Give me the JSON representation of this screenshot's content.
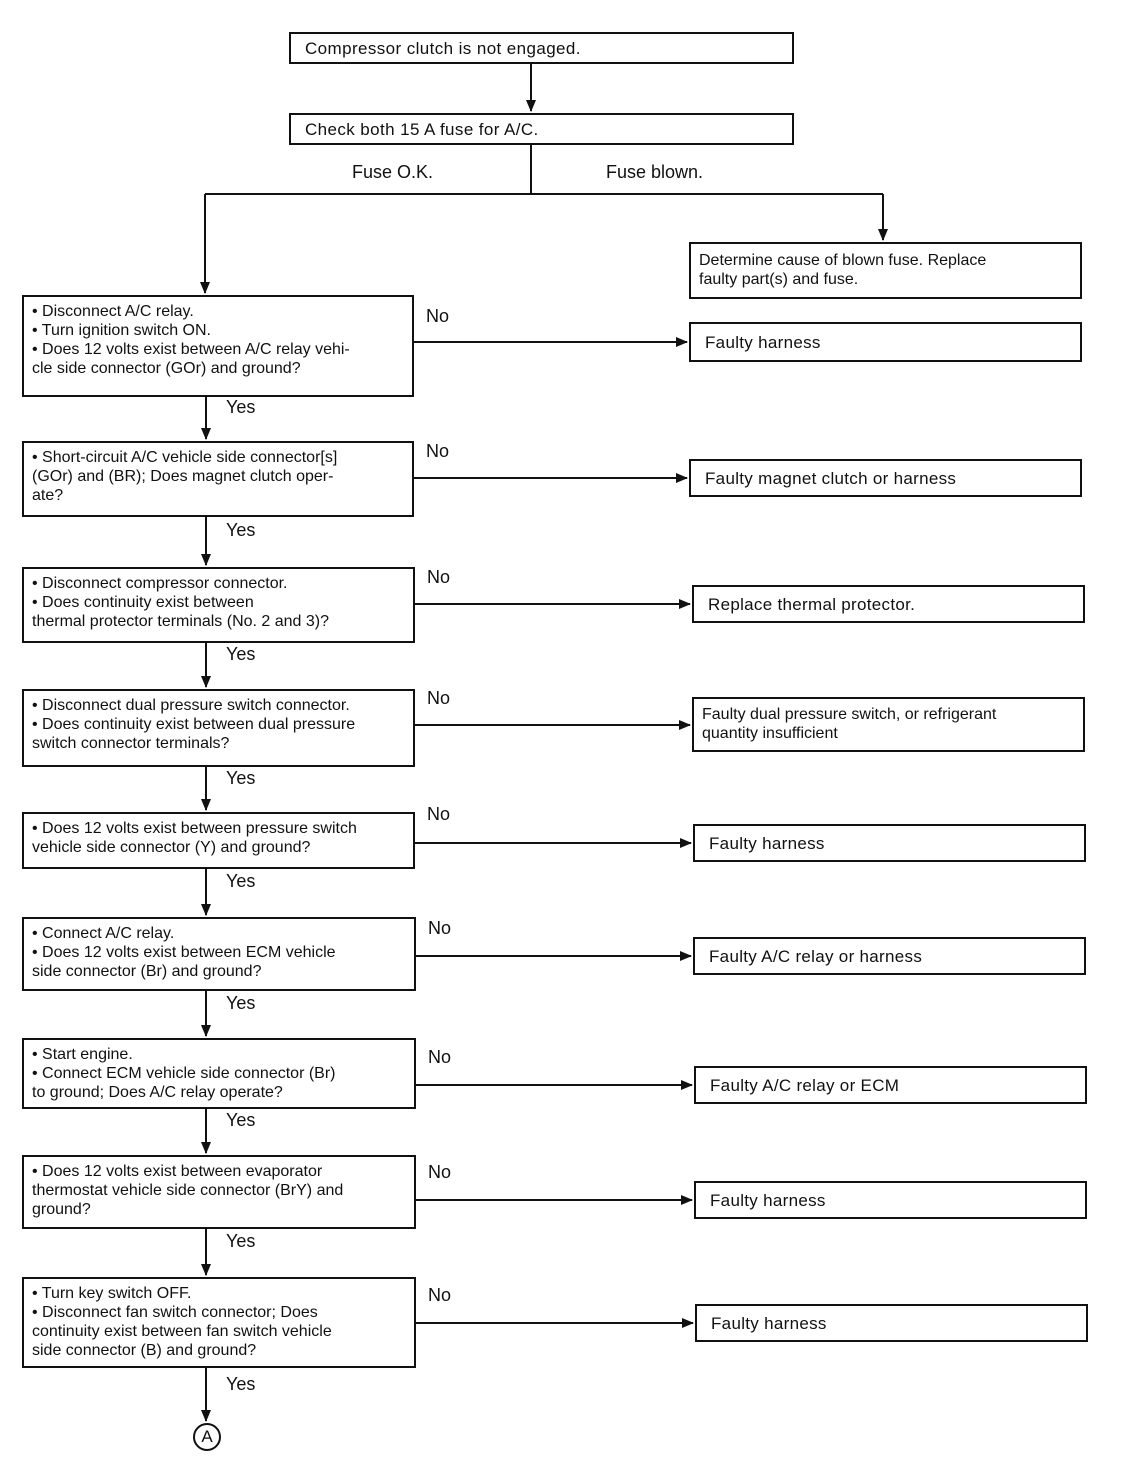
{
  "start": "Compressor clutch is not engaged.",
  "fuse_check": "Check both 15 A fuse for A/C.",
  "fuse_ok": "Fuse O.K.",
  "fuse_blown": "Fuse blown.",
  "blown_action": [
    "Determine cause of blown fuse. Replace",
    "faulty part(s) and fuse."
  ],
  "yes": "Yes",
  "no": "No",
  "end_marker": "A",
  "steps": [
    {
      "check": [
        "• Disconnect A/C relay.",
        "• Turn ignition switch ON.",
        "• Does 12 volts exist between A/C relay vehi-",
        "  cle side connector (GOr) and ground?"
      ],
      "no_result": [
        "Faulty harness"
      ]
    },
    {
      "check": [
        "• Short-circuit A/C vehicle side connector[s]",
        "  (GOr) and (BR); Does magnet clutch oper-",
        "  ate?"
      ],
      "no_result": [
        "Faulty magnet clutch or harness"
      ]
    },
    {
      "check": [
        "• Disconnect compressor connector.",
        "• Does continuity exist between",
        "  thermal protector terminals (No. 2 and 3)?"
      ],
      "no_result": [
        "Replace thermal protector."
      ]
    },
    {
      "check": [
        "• Disconnect dual pressure switch connector.",
        "• Does continuity exist between dual pressure",
        "  switch connector terminals?"
      ],
      "no_result": [
        "Faulty dual pressure switch, or refrigerant",
        "quantity insufficient"
      ]
    },
    {
      "check": [
        "• Does 12 volts exist between pressure switch",
        "  vehicle side connector (Y) and ground?"
      ],
      "no_result": [
        "Faulty harness"
      ]
    },
    {
      "check": [
        "• Connect A/C relay.",
        "• Does 12 volts exist between ECM vehicle",
        "  side connector (Br) and ground?"
      ],
      "no_result": [
        "Faulty A/C relay or harness"
      ]
    },
    {
      "check": [
        "• Start engine.",
        "• Connect ECM vehicle side connector (Br)",
        "  to ground; Does A/C relay operate?"
      ],
      "no_result": [
        "Faulty A/C relay or ECM"
      ]
    },
    {
      "check": [
        "• Does 12 volts exist between evaporator",
        "  thermostat vehicle side connector (BrY) and",
        "  ground?"
      ],
      "no_result": [
        "Faulty harness"
      ]
    },
    {
      "check": [
        "• Turn key switch OFF.",
        "• Disconnect fan switch connector; Does",
        "  continuity exist between fan switch vehicle",
        "  side connector (B) and ground?"
      ],
      "no_result": [
        "Faulty harness"
      ]
    }
  ]
}
